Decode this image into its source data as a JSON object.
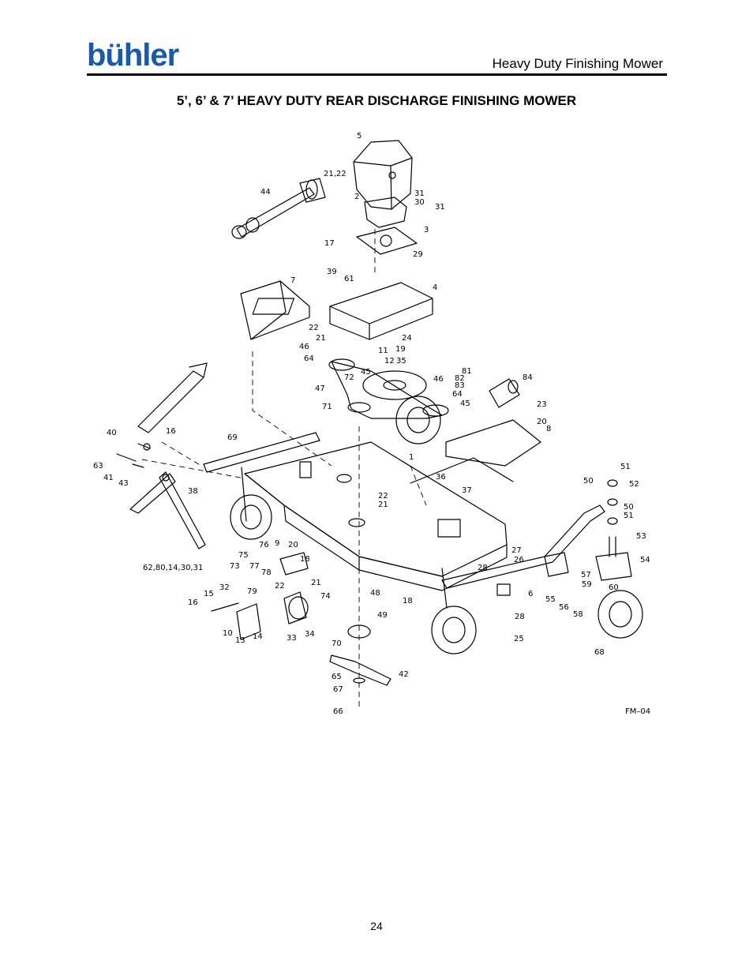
{
  "header": {
    "brand": "bühler",
    "brand_color": "#1b5aa6",
    "doc_title": "Heavy Duty Finishing Mower"
  },
  "section_title": "5’, 6’ & 7’ HEAVY DUTY REAR DISCHARGE FINISHING MOWER",
  "diagram": {
    "drawing_id": "FM–04",
    "callouts": [
      {
        "text": "5"
      },
      {
        "text": "21,22"
      },
      {
        "text": "44"
      },
      {
        "text": "2"
      },
      {
        "text": "31"
      },
      {
        "text": "30"
      },
      {
        "text": "31"
      },
      {
        "text": "3"
      },
      {
        "text": "17"
      },
      {
        "text": "29"
      },
      {
        "text": "39"
      },
      {
        "text": "61"
      },
      {
        "text": "7"
      },
      {
        "text": "4"
      },
      {
        "text": "22"
      },
      {
        "text": "21"
      },
      {
        "text": "24"
      },
      {
        "text": "46"
      },
      {
        "text": "11"
      },
      {
        "text": "19"
      },
      {
        "text": "64"
      },
      {
        "text": "12"
      },
      {
        "text": "35"
      },
      {
        "text": "45"
      },
      {
        "text": "72"
      },
      {
        "text": "81"
      },
      {
        "text": "82"
      },
      {
        "text": "83"
      },
      {
        "text": "84"
      },
      {
        "text": "47"
      },
      {
        "text": "46"
      },
      {
        "text": "64"
      },
      {
        "text": "45"
      },
      {
        "text": "71"
      },
      {
        "text": "23"
      },
      {
        "text": "20"
      },
      {
        "text": "8"
      },
      {
        "text": "40"
      },
      {
        "text": "16"
      },
      {
        "text": "69"
      },
      {
        "text": "63"
      },
      {
        "text": "1"
      },
      {
        "text": "41"
      },
      {
        "text": "43"
      },
      {
        "text": "51"
      },
      {
        "text": "50"
      },
      {
        "text": "52"
      },
      {
        "text": "36"
      },
      {
        "text": "37"
      },
      {
        "text": "22"
      },
      {
        "text": "21"
      },
      {
        "text": "38"
      },
      {
        "text": "50"
      },
      {
        "text": "51"
      },
      {
        "text": "53"
      },
      {
        "text": "76"
      },
      {
        "text": "9"
      },
      {
        "text": "20"
      },
      {
        "text": "75"
      },
      {
        "text": "18"
      },
      {
        "text": "27"
      },
      {
        "text": "62,80,14,30,31"
      },
      {
        "text": "73"
      },
      {
        "text": "77"
      },
      {
        "text": "26"
      },
      {
        "text": "54"
      },
      {
        "text": "78"
      },
      {
        "text": "28"
      },
      {
        "text": "22"
      },
      {
        "text": "21"
      },
      {
        "text": "57"
      },
      {
        "text": "32"
      },
      {
        "text": "6"
      },
      {
        "text": "15"
      },
      {
        "text": "79"
      },
      {
        "text": "74"
      },
      {
        "text": "48"
      },
      {
        "text": "59"
      },
      {
        "text": "60"
      },
      {
        "text": "55"
      },
      {
        "text": "18"
      },
      {
        "text": "16"
      },
      {
        "text": "56"
      },
      {
        "text": "58"
      },
      {
        "text": "49"
      },
      {
        "text": "28"
      },
      {
        "text": "10"
      },
      {
        "text": "14"
      },
      {
        "text": "33"
      },
      {
        "text": "34"
      },
      {
        "text": "13"
      },
      {
        "text": "25"
      },
      {
        "text": "70"
      },
      {
        "text": "68"
      },
      {
        "text": "42"
      },
      {
        "text": "65"
      },
      {
        "text": "67"
      },
      {
        "text": "66"
      }
    ]
  },
  "footer": {
    "page_number": "24"
  }
}
